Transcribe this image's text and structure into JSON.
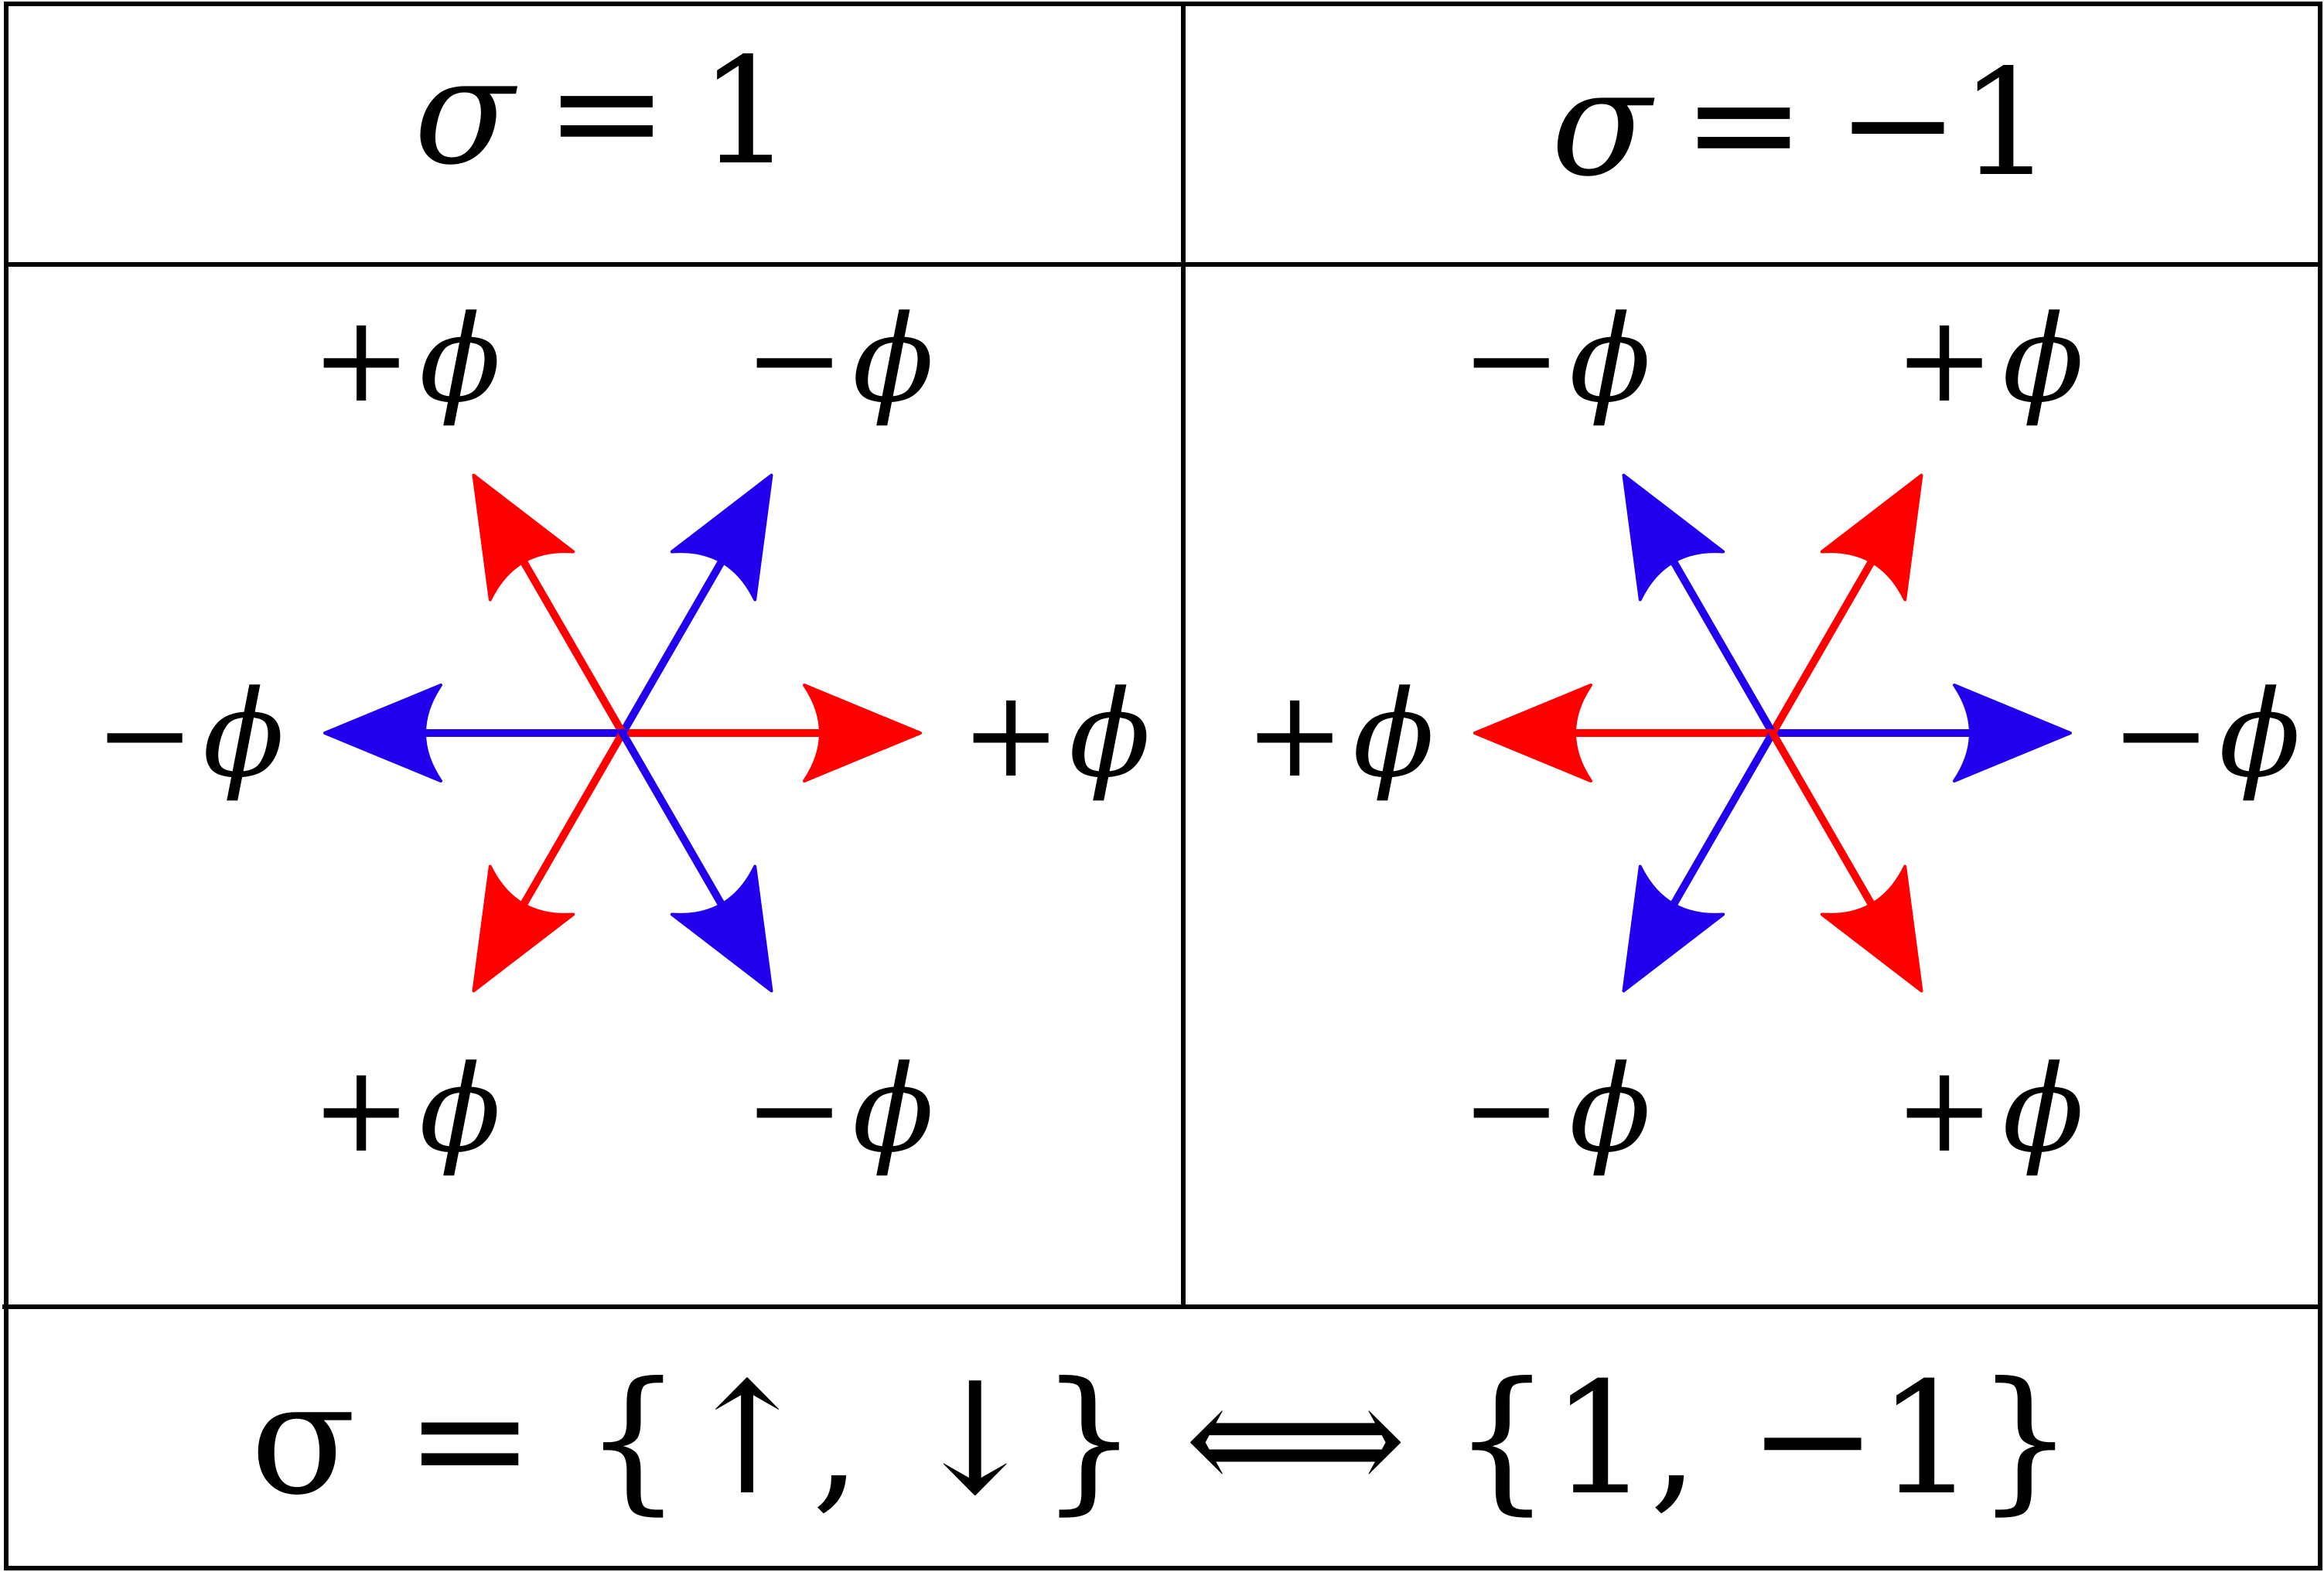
{
  "colors": {
    "red": "#ff0000",
    "blue": "#2200ee",
    "ink": "#000000"
  },
  "header": {
    "left": {
      "symbol": "σ",
      "relation": "=",
      "value": "1"
    },
    "right": {
      "symbol": "σ",
      "relation": "=",
      "value": "−1"
    }
  },
  "panels": [
    {
      "name": "sigma-plus-one",
      "arrows": [
        {
          "angle": 0,
          "color": "red",
          "label": "+ϕ"
        },
        {
          "angle": 60,
          "color": "blue",
          "label": "−ϕ"
        },
        {
          "angle": 120,
          "color": "red",
          "label": "+ϕ"
        },
        {
          "angle": 180,
          "color": "blue",
          "label": "−ϕ"
        },
        {
          "angle": 240,
          "color": "red",
          "label": "+ϕ"
        },
        {
          "angle": 300,
          "color": "blue",
          "label": "−ϕ"
        }
      ]
    },
    {
      "name": "sigma-minus-one",
      "arrows": [
        {
          "angle": 0,
          "color": "blue",
          "label": "−ϕ"
        },
        {
          "angle": 60,
          "color": "red",
          "label": "+ϕ"
        },
        {
          "angle": 120,
          "color": "blue",
          "label": "−ϕ"
        },
        {
          "angle": 180,
          "color": "red",
          "label": "+ϕ"
        },
        {
          "angle": 240,
          "color": "blue",
          "label": "−ϕ"
        },
        {
          "angle": 300,
          "color": "red",
          "label": "+ϕ"
        }
      ]
    }
  ],
  "footer": {
    "lhs": "σ = {↑, ↓}",
    "connector": "⟺",
    "rhs": "{1, −1}"
  }
}
